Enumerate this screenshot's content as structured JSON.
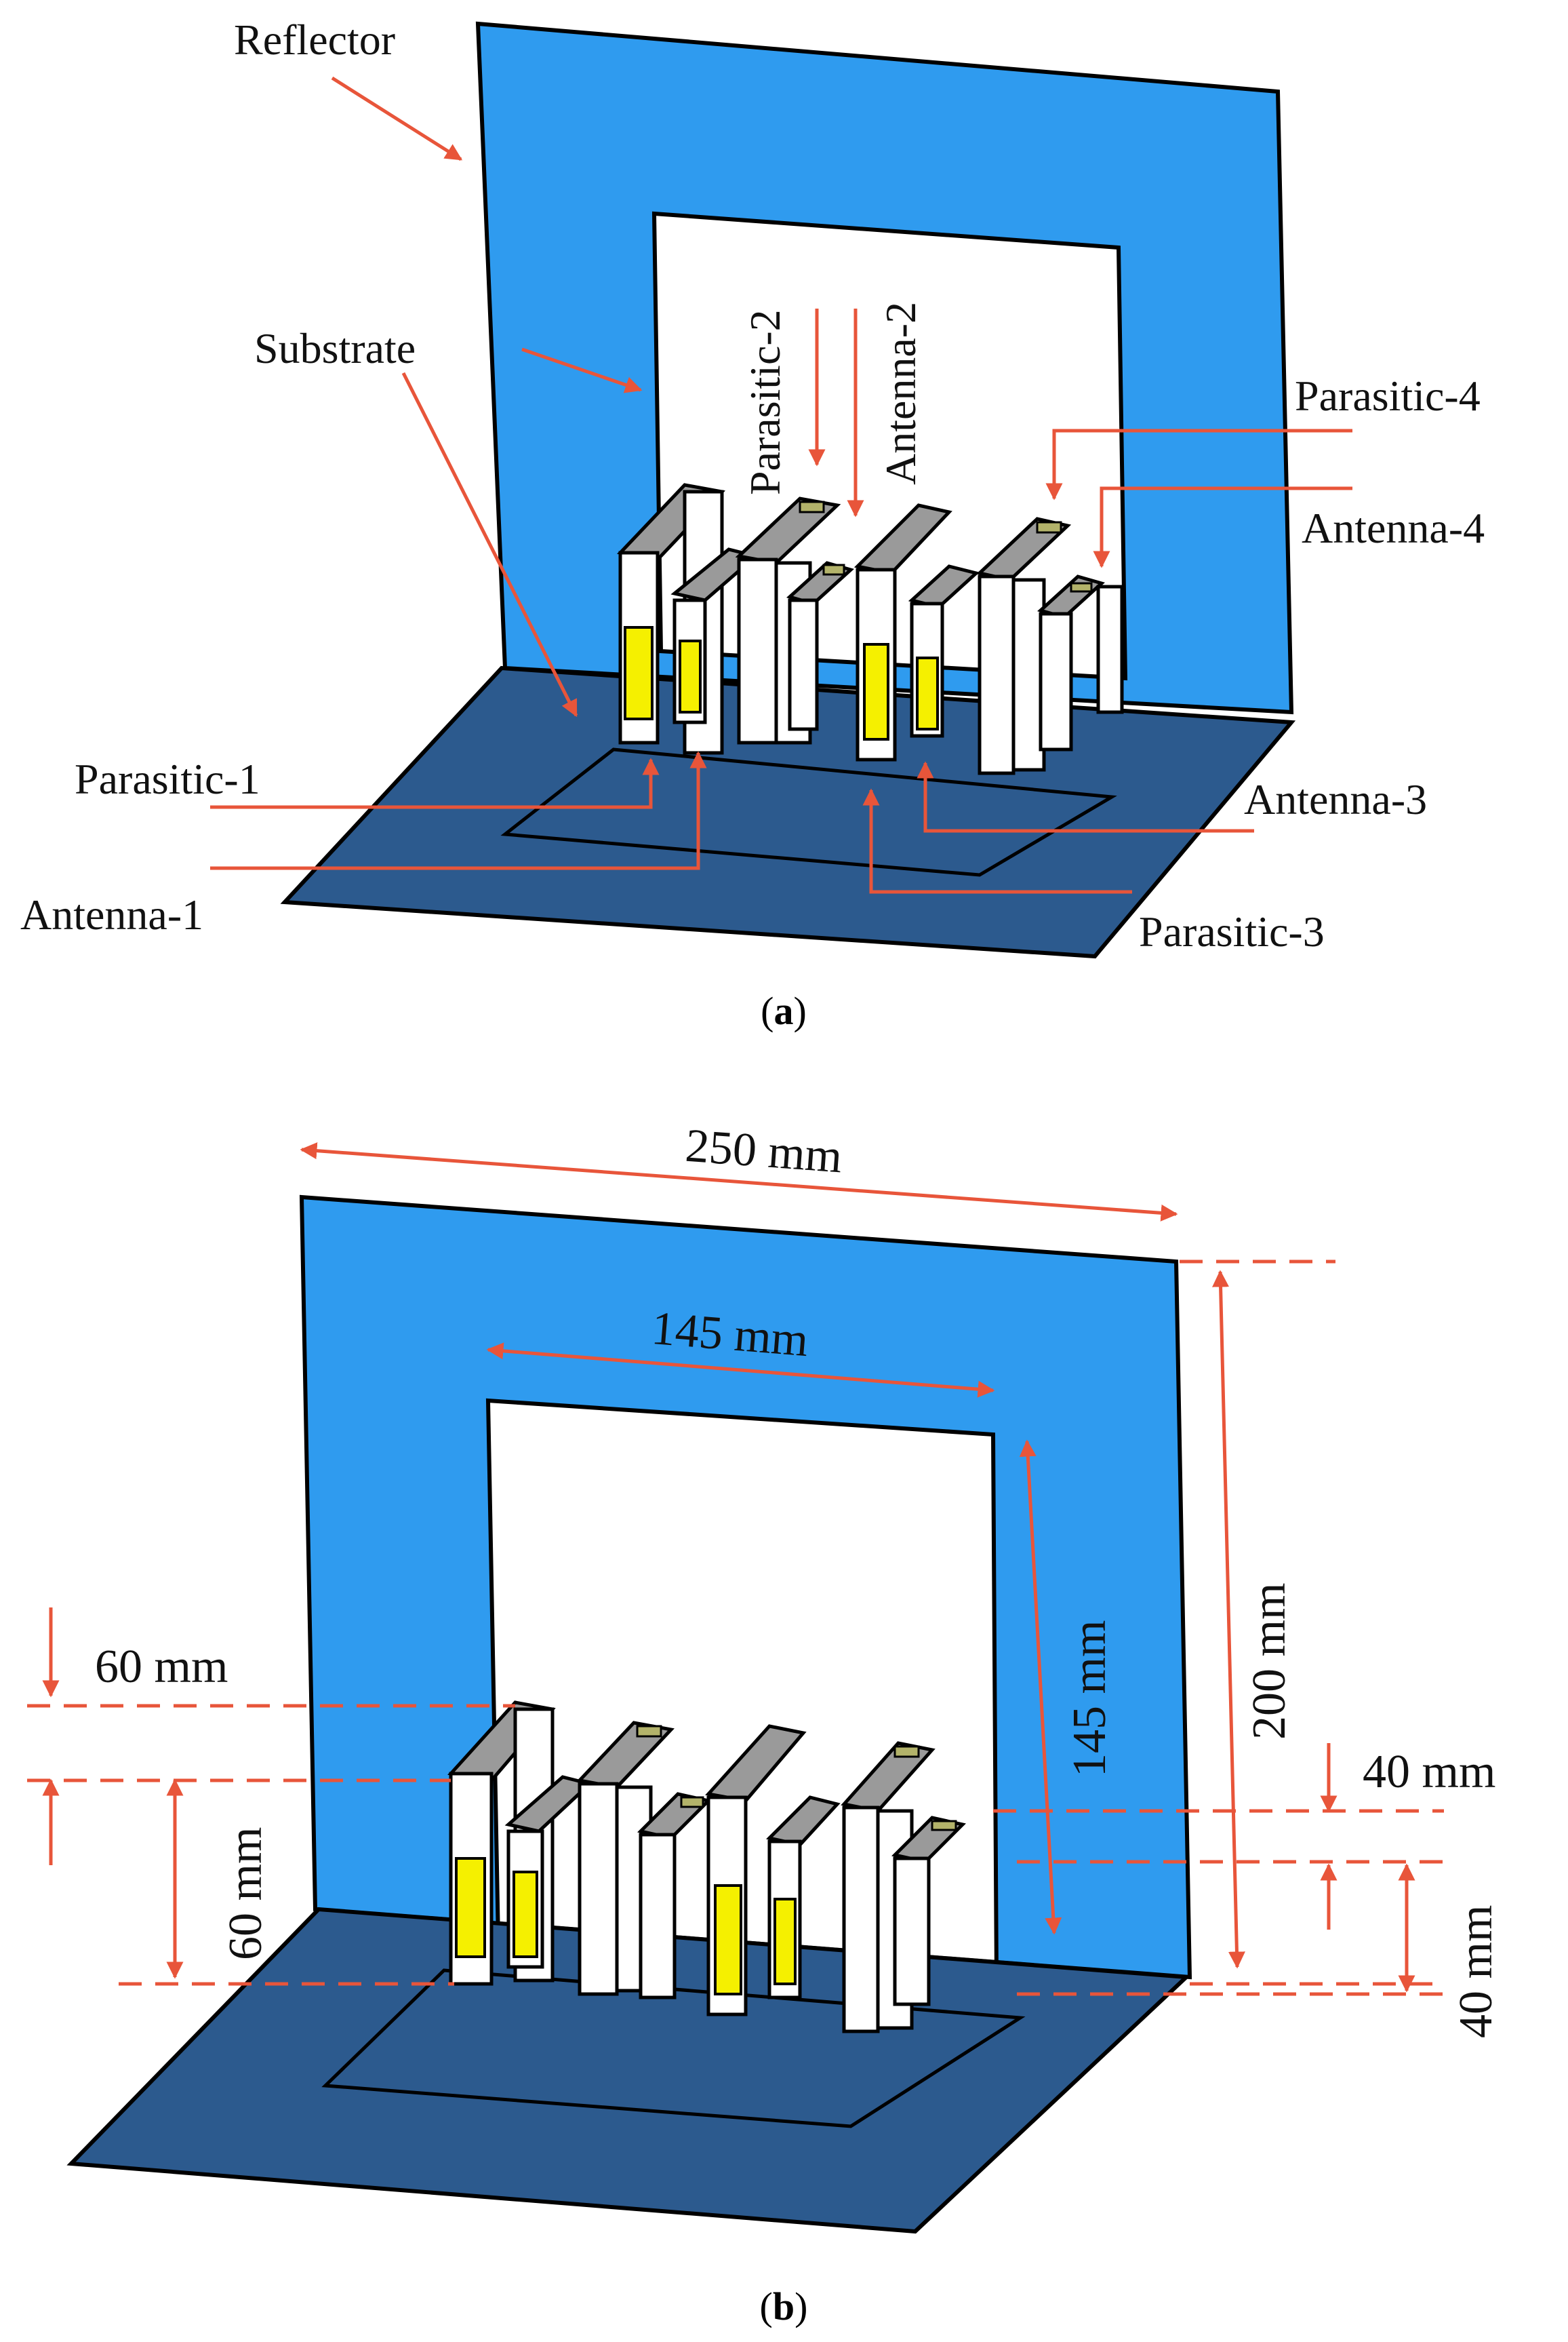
{
  "colors": {
    "reflector": "#2f9bef",
    "ground": "#2c5a8e",
    "arrow": "#e8553a",
    "element_white": "#ffffff",
    "element_top": "#9a9a9a",
    "element_feed": "#f5f000",
    "element_cap": "#b3b36a"
  },
  "panel_a": {
    "caption_prefix": "(",
    "caption_letter": "a",
    "caption_suffix": ")",
    "labels": {
      "reflector": "Reflector",
      "substrate": "Substrate",
      "parasitic_1": "Parasitic-1",
      "antenna_1": "Antenna-1",
      "parasitic_2": "Parasitic-2",
      "antenna_2": "Antenna-2",
      "parasitic_3": "Parasitic-3",
      "antenna_3": "Antenna-3",
      "parasitic_4": "Parasitic-4",
      "antenna_4": "Antenna-4"
    }
  },
  "panel_b": {
    "caption_prefix": "(",
    "caption_letter": "b",
    "caption_suffix": ")",
    "dimensions": {
      "reflector_width": "250 mm",
      "aperture_width": "145 mm",
      "aperture_height": "145 mm",
      "reflector_height": "200 mm",
      "gap_left": "60 mm",
      "element_height_left": "60 mm",
      "gap_right": "40 mm",
      "element_height_right": "40 mm"
    }
  }
}
